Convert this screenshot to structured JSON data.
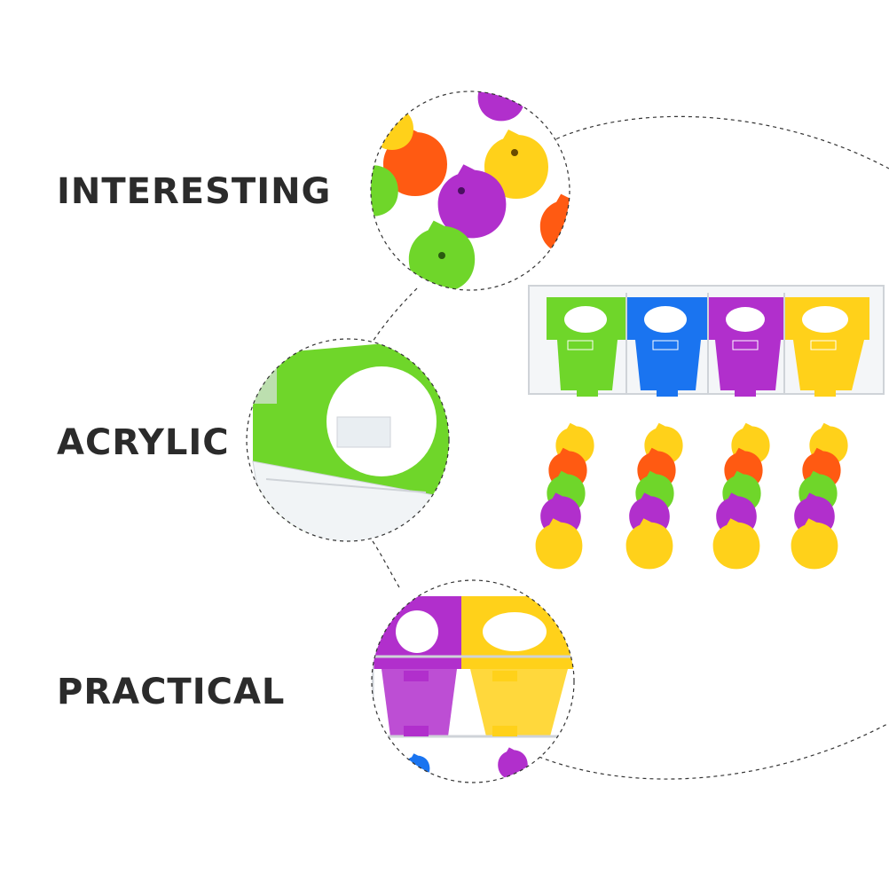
{
  "features": [
    {
      "label": "INTERESTING"
    },
    {
      "label": "ACRYLIC"
    },
    {
      "label": "PRACTICAL"
    }
  ],
  "product": {
    "compartment_colors": [
      "#6fd62a",
      "#1a74f0",
      "#b12fcc",
      "#ffd11a"
    ],
    "token_colors": [
      "#ffd11a",
      "#ff5a12",
      "#6fd62a",
      "#b12fcc",
      "#ffd11a"
    ]
  },
  "colors": {
    "label_text": "#2b2b2b",
    "guide_line": "#333333",
    "acrylic_edge": "#cfd3d8"
  }
}
